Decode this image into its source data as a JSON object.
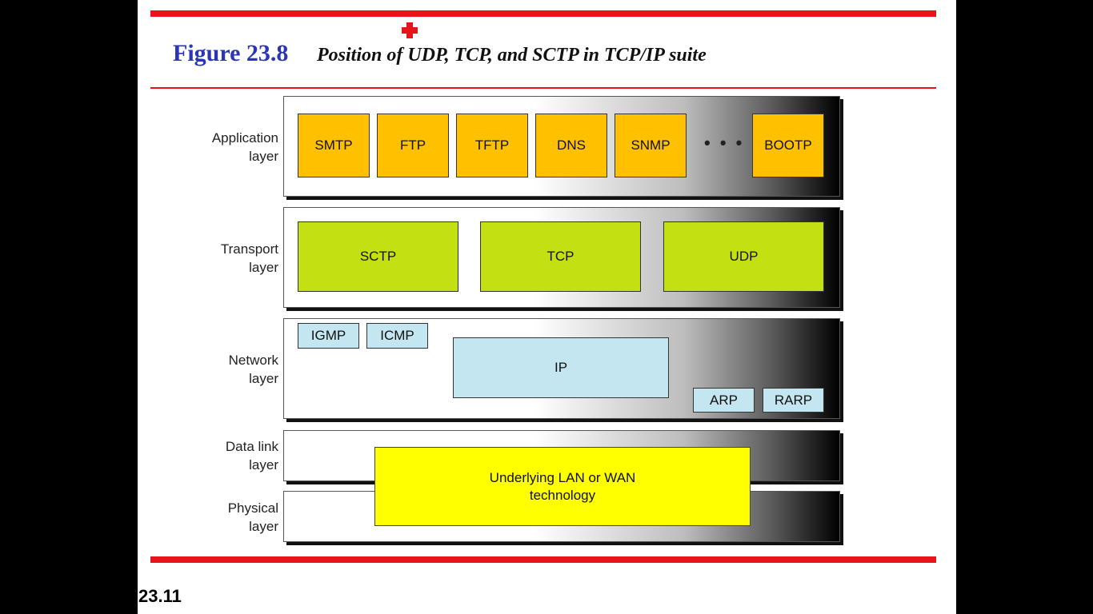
{
  "figure": {
    "number": "Figure 23.8",
    "caption": "Position of UDP, TCP, and SCTP in TCP/IP suite"
  },
  "slide_number": "23.11",
  "layers": {
    "application": {
      "label": "Application\nlayer",
      "protocols": [
        "SMTP",
        "FTP",
        "TFTP",
        "DNS",
        "SNMP",
        "BOOTP"
      ],
      "ellipsis": "• • •"
    },
    "transport": {
      "label": "Transport\nlayer",
      "protocols": [
        "SCTP",
        "TCP",
        "UDP"
      ]
    },
    "network": {
      "label": "Network\nlayer",
      "protocols": [
        "IGMP",
        "ICMP",
        "IP",
        "ARP",
        "RARP"
      ]
    },
    "datalink": {
      "label": "Data link\nlayer"
    },
    "physical": {
      "label": "Physical\nlayer"
    },
    "underlying": "Underlying LAN or WAN\ntechnology"
  },
  "colors": {
    "accent_red": "#e8141b",
    "title_blue": "#2b35b8",
    "application": "#ffc000",
    "transport": "#c3e012",
    "network": "#c4e6f0",
    "underlying": "#ffff00"
  },
  "icons": {
    "top_marker": "red-cross-icon"
  }
}
